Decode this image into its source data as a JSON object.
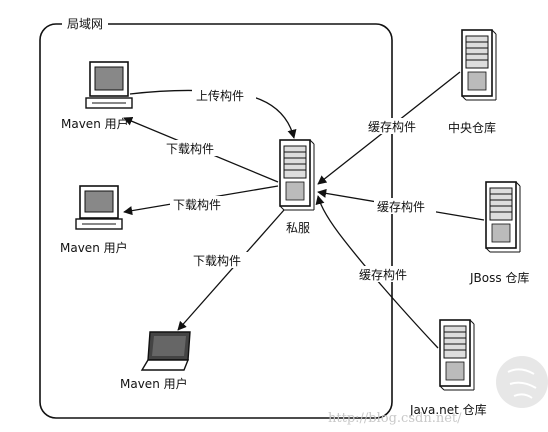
{
  "lan_label": "局域网",
  "nodes": {
    "user_top": "Maven 用户",
    "user_middle": "Maven 用户",
    "user_bottom": "Maven 用户",
    "private_server": "私服",
    "central_repo": "中央仓库",
    "jboss_repo": "JBoss 仓库",
    "javanet_repo": "Java.net 仓库"
  },
  "edges": {
    "upload": "上传构件",
    "download_top": "下载构件",
    "download_middle": "下载构件",
    "download_bottom": "下载构件",
    "cache_central": "缓存构件",
    "cache_jboss": "缓存构件",
    "cache_javanet": "缓存构件"
  },
  "watermark": "http://blog.csdn.net/"
}
